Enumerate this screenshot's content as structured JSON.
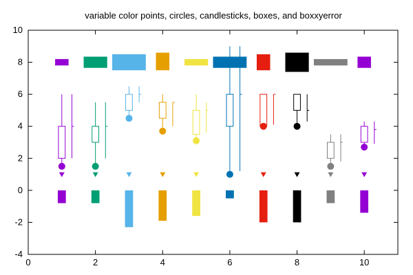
{
  "chart_data": {
    "type": "multi-style",
    "title": "variable color points, circles, candlesticks, boxes, and boxxyerror",
    "xlabel": "",
    "ylabel": "",
    "xlim": [
      0,
      11
    ],
    "ylim": [
      -4,
      10
    ],
    "x_ticks": [
      0,
      2,
      4,
      6,
      8,
      10
    ],
    "y_ticks": [
      -4,
      -2,
      0,
      2,
      4,
      6,
      8,
      10
    ],
    "grid": false,
    "legend": "none",
    "colors": [
      "#9400d3",
      "#009e73",
      "#56b4e9",
      "#e69f00",
      "#f0e442",
      "#0072b2",
      "#e51e10",
      "#000000",
      "#808080",
      "#9400d3"
    ],
    "x": [
      1,
      2,
      3,
      4,
      5,
      6,
      7,
      8,
      9,
      10
    ],
    "boxxyerror": {
      "name": "boxxyerror",
      "x_low": [
        0.8,
        1.65,
        2.5,
        3.8,
        4.65,
        5.5,
        6.8,
        7.65,
        8.5,
        9.8
      ],
      "x_high": [
        1.2,
        2.35,
        3.5,
        4.2,
        5.35,
        6.5,
        7.2,
        8.35,
        9.5,
        10.2
      ],
      "y_low": [
        7.8,
        7.65,
        7.5,
        7.5,
        7.8,
        7.65,
        7.5,
        7.4,
        7.8,
        7.65
      ],
      "y_high": [
        8.2,
        8.35,
        8.5,
        8.6,
        8.2,
        8.35,
        8.5,
        8.6,
        8.2,
        8.35
      ]
    },
    "candlesticks": {
      "name": "candlesticks",
      "box_min": [
        2.0,
        3.0,
        5.0,
        4.5,
        3.5,
        4.0,
        4.0,
        5.0,
        2.0,
        3.0
      ],
      "box_max": [
        4.0,
        4.0,
        6.0,
        5.5,
        5.0,
        6.0,
        6.0,
        6.0,
        3.0,
        4.0
      ],
      "whisker_min": [
        1.5,
        1.5,
        4.5,
        3.7,
        3.1,
        1.0,
        4.0,
        4.0,
        1.5,
        2.7
      ],
      "whisker_max": [
        6.0,
        5.5,
        6.5,
        6.0,
        6.0,
        9.0,
        6.0,
        6.0,
        3.5,
        4.3
      ]
    },
    "side_errorbars": {
      "name": "errorbars",
      "x_offset": 0.3,
      "low": [
        2.0,
        2.0,
        5.5,
        4.0,
        3.6,
        1.2,
        4.1,
        4.3,
        1.8,
        2.9
      ],
      "mid": [
        4.0,
        4.0,
        6.0,
        5.5,
        5.0,
        6.0,
        6.0,
        5.0,
        3.0,
        3.8
      ],
      "high": [
        6.0,
        5.5,
        6.5,
        5.5,
        5.5,
        9.0,
        6.0,
        6.0,
        3.5,
        4.3
      ]
    },
    "circles": {
      "name": "circles",
      "y": [
        1.5,
        1.5,
        4.5,
        3.7,
        3.1,
        1.0,
        4.0,
        4.0,
        1.5,
        2.7
      ]
    },
    "points": {
      "name": "points",
      "y": [
        1.0,
        1.0,
        1.0,
        1.0,
        1.0,
        1.0,
        1.0,
        1.0,
        1.0,
        1.0
      ]
    },
    "boxes": {
      "name": "boxes",
      "y": [
        -0.8,
        -0.8,
        -2.3,
        -1.9,
        -1.6,
        -0.5,
        -2.0,
        -2.0,
        -0.8,
        -1.4
      ]
    }
  }
}
